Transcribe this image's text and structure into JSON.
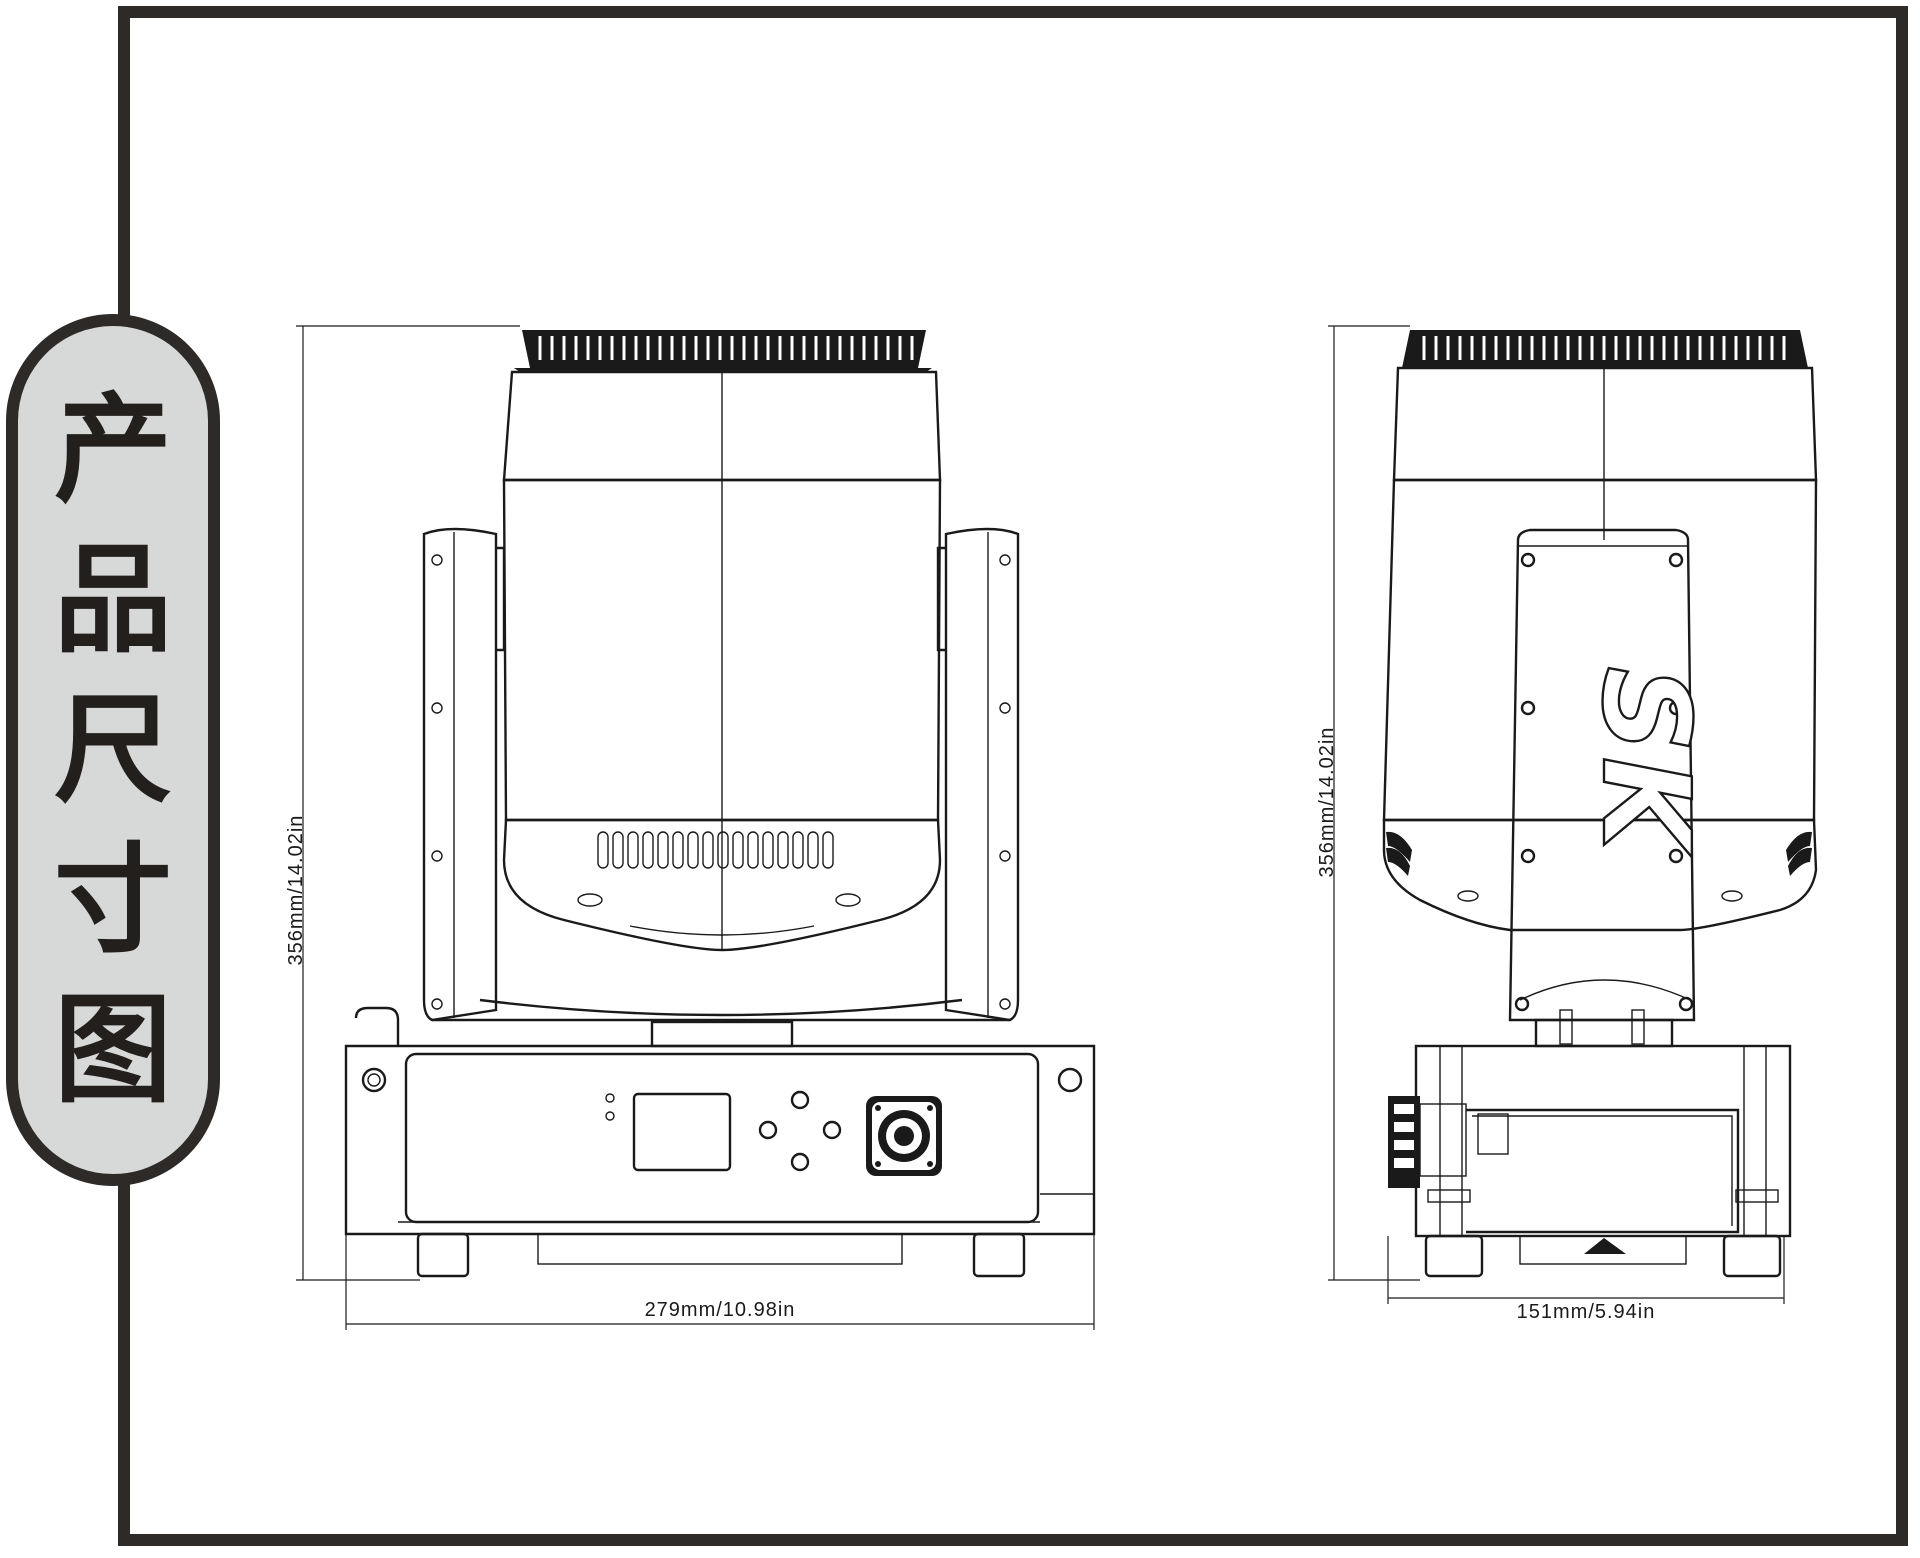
{
  "label": {
    "chars": [
      "产",
      "品",
      "尺",
      "寸",
      "图"
    ]
  },
  "front_view": {
    "height_dim": "356mm/14.02in",
    "width_dim": "279mm/10.98in"
  },
  "side_view": {
    "height_dim": "356mm/14.02in",
    "width_dim": "151mm/5.94in",
    "logo": "SK"
  },
  "colors": {
    "frame": "#2e2a28",
    "label_bg": "#d7d8d8",
    "line": "#1a1a1a"
  }
}
